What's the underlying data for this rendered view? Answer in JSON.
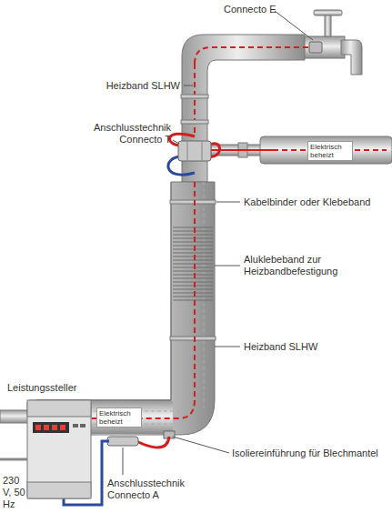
{
  "diagram": {
    "labels": [
      "Connecto E",
      "Heizband SLHW",
      "Anschlusstechnik Connecto T",
      "Elektrisch beheizt",
      "Kabelbinder oder Klebeband",
      "Aluklebeband zur Heizbandbefestigung",
      "Heizband SLHW",
      "Leistungssteller",
      "Elektrisch beheizt",
      "Isoliereinführung für Blechmantel",
      "230 V, 50 Hz",
      "Anschlusstechnik Connecto A"
    ]
  }
}
